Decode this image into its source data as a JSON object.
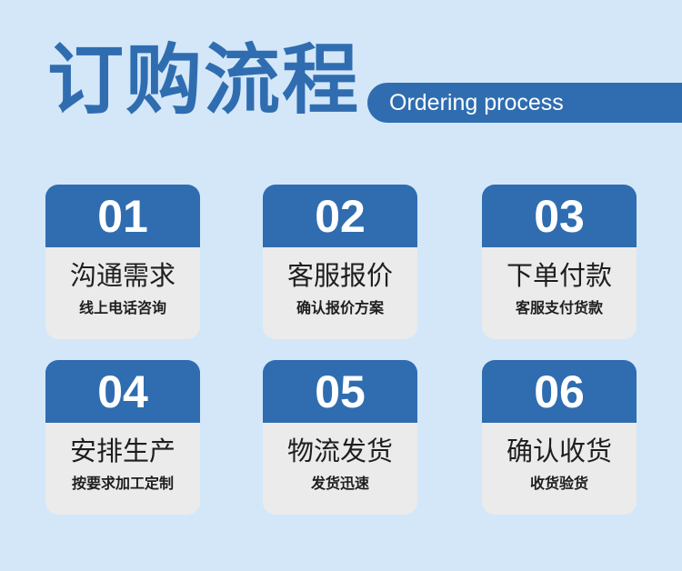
{
  "header": {
    "title": "订购流程",
    "subtitle": "Ordering process"
  },
  "steps": [
    {
      "number": "01",
      "title": "沟通需求",
      "desc": "线上电话咨询"
    },
    {
      "number": "02",
      "title": "客服报价",
      "desc": "确认报价方案"
    },
    {
      "number": "03",
      "title": "下单付款",
      "desc": "客服支付货款"
    },
    {
      "number": "04",
      "title": "安排生产",
      "desc": "按要求加工定制"
    },
    {
      "number": "05",
      "title": "物流发货",
      "desc": "发货迅速"
    },
    {
      "number": "06",
      "title": "确认收货",
      "desc": "收货验货"
    }
  ],
  "colors": {
    "background": "#d3e7f9",
    "accent": "#2f6db0",
    "card": "#ebebeb",
    "text": "#1e1e1e"
  }
}
